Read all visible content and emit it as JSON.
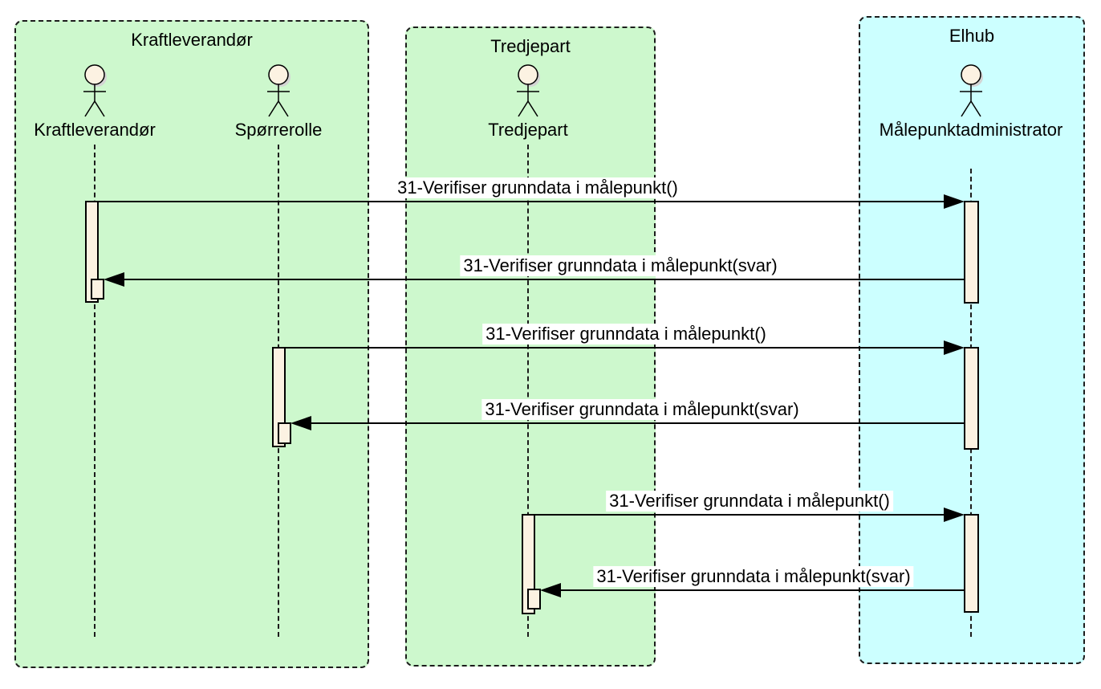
{
  "diagram_type": "uml-sequence-diagram",
  "frames": [
    {
      "title": "Kraftleverandør",
      "fill": "#cdf8cd"
    },
    {
      "title": "Tredjepart",
      "fill": "#cdf8cd"
    },
    {
      "title": "Elhub",
      "fill": "#ccffff"
    }
  ],
  "actors": [
    {
      "name": "Kraftleverandør",
      "frame": "Kraftleverandør"
    },
    {
      "name": "Spørrerolle",
      "frame": "Kraftleverandør"
    },
    {
      "name": "Tredjepart",
      "frame": "Tredjepart"
    },
    {
      "name": "Målepunktadministrator",
      "frame": "Elhub"
    }
  ],
  "messages": [
    {
      "label": "31-Verifiser grunndata i målepunkt()",
      "from": "Kraftleverandør",
      "to": "Målepunktadministrator",
      "direction": "right"
    },
    {
      "label": "31-Verifiser grunndata i målepunkt(svar)",
      "from": "Målepunktadministrator",
      "to": "Kraftleverandør",
      "direction": "left"
    },
    {
      "label": "31-Verifiser grunndata i målepunkt()",
      "from": "Spørrerolle",
      "to": "Målepunktadministrator",
      "direction": "right"
    },
    {
      "label": "31-Verifiser grunndata i målepunkt(svar)",
      "from": "Målepunktadministrator",
      "to": "Spørrerolle",
      "direction": "left"
    },
    {
      "label": "31-Verifiser grunndata i målepunkt()",
      "from": "Tredjepart",
      "to": "Målepunktadministrator",
      "direction": "right"
    },
    {
      "label": "31-Verifiser grunndata i målepunkt(svar)",
      "from": "Målepunktadministrator",
      "to": "Tredjepart",
      "direction": "left"
    }
  ],
  "colors": {
    "frame_green": "#cdf8cd",
    "frame_cyan": "#ccffff",
    "activation_fill": "#fcf2e2",
    "line": "#000000",
    "message_label_background": "#ffffff"
  }
}
